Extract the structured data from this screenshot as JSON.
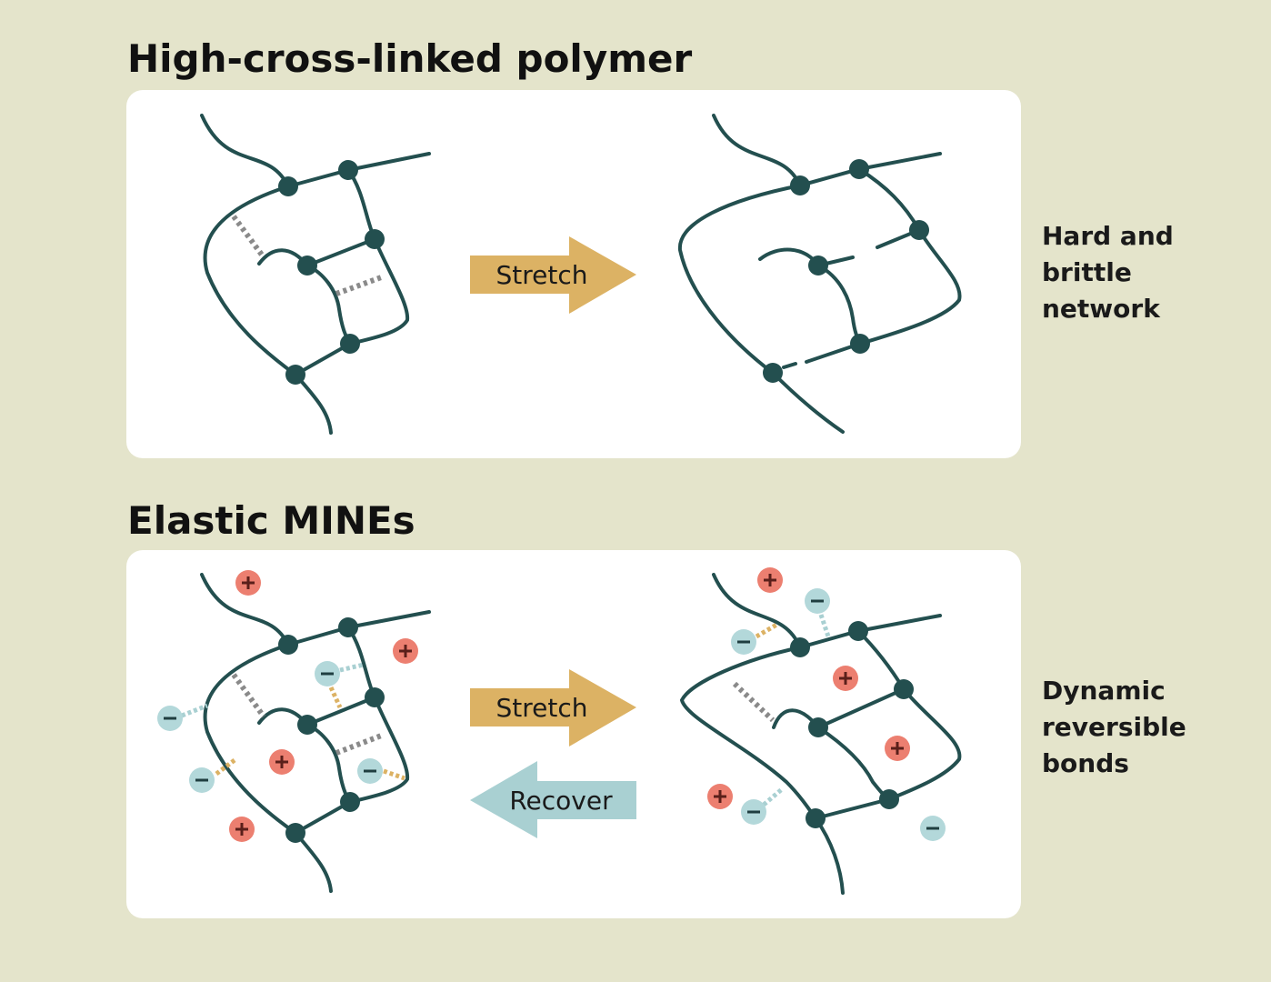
{
  "titles": {
    "top": "High-cross-linked polymer",
    "bottom": "Elastic MINEs"
  },
  "arrows": {
    "stretch_top": "Stretch",
    "stretch_bottom": "Stretch",
    "recover": "Recover"
  },
  "side_labels": {
    "top": [
      "Hard and",
      "brittle",
      "network"
    ],
    "bottom": [
      "Dynamic",
      "reversible",
      "bonds"
    ]
  },
  "colors": {
    "background": "#e4e4cb",
    "panel": "#ffffff",
    "chain": "#234f4f",
    "stretch_arrow": "#dcb264",
    "recover_arrow": "#a9d0d2",
    "cation": "#ec7f70",
    "anion": "#b3d8da",
    "weak_bond": "#8a8a8a"
  },
  "ions": {
    "cation_symbol": "+",
    "anion_symbol": "−"
  }
}
